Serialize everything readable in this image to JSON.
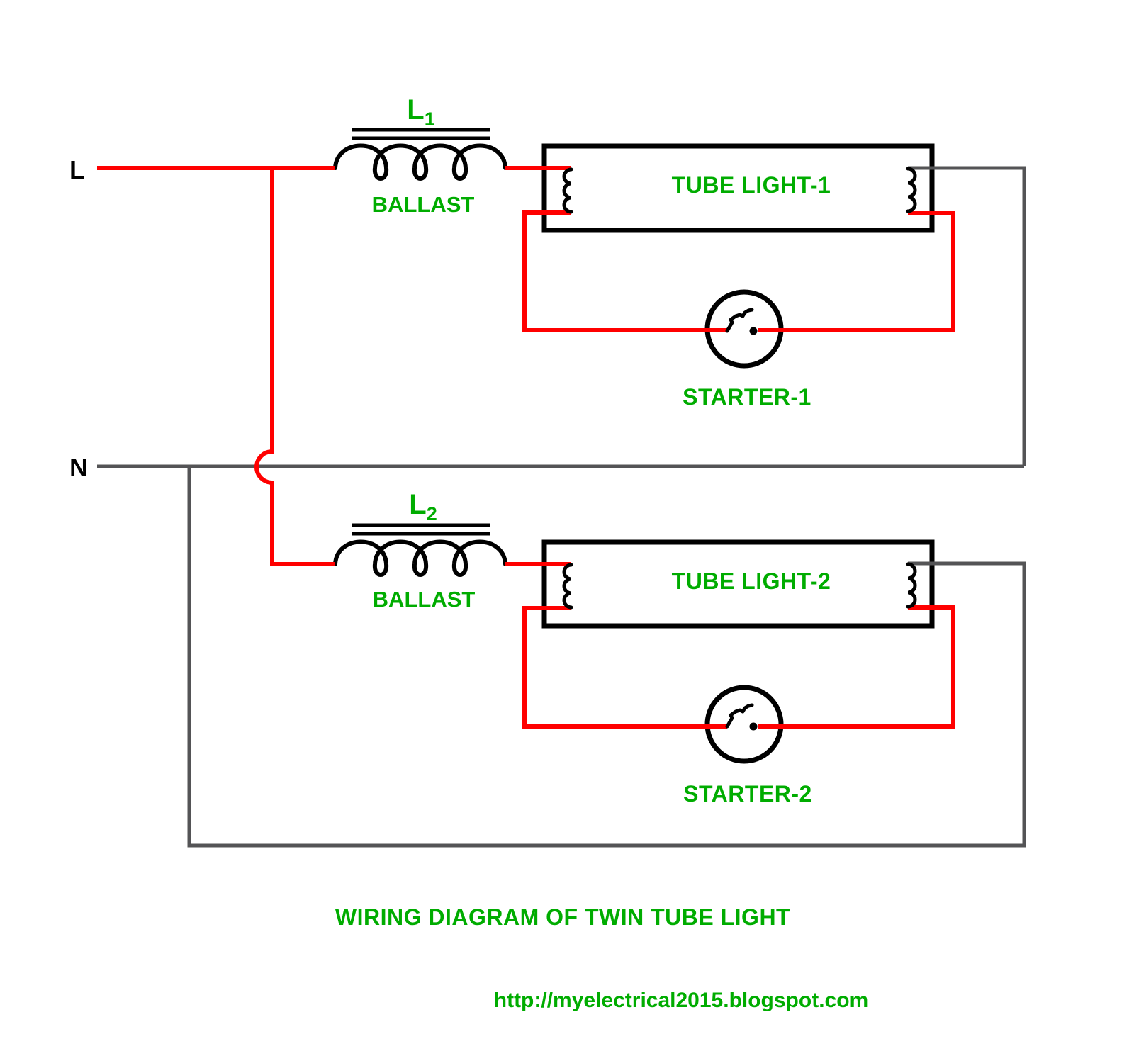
{
  "diagram": {
    "title": "WIRING DIAGRAM OF TWIN TUBE LIGHT",
    "credit_url": "http://myelectrical2015.blogspot.com",
    "terminals": {
      "live": "L",
      "neutral": "N"
    },
    "components": {
      "ballast1": {
        "ref": "L",
        "ref_sub": "1",
        "label": "BALLAST"
      },
      "ballast2": {
        "ref": "L",
        "ref_sub": "2",
        "label": "BALLAST"
      },
      "tube1": {
        "label": "TUBE LIGHT-1"
      },
      "tube2": {
        "label": "TUBE LIGHT-2"
      },
      "starter1": {
        "label": "STARTER-1"
      },
      "starter2": {
        "label": "STARTER-2"
      }
    },
    "colors": {
      "live_wire": "#FF0000",
      "neutral_wire": "#545456",
      "component_outline": "#000000",
      "label_green": "#00AC00",
      "background": "#FFFFFF"
    }
  }
}
